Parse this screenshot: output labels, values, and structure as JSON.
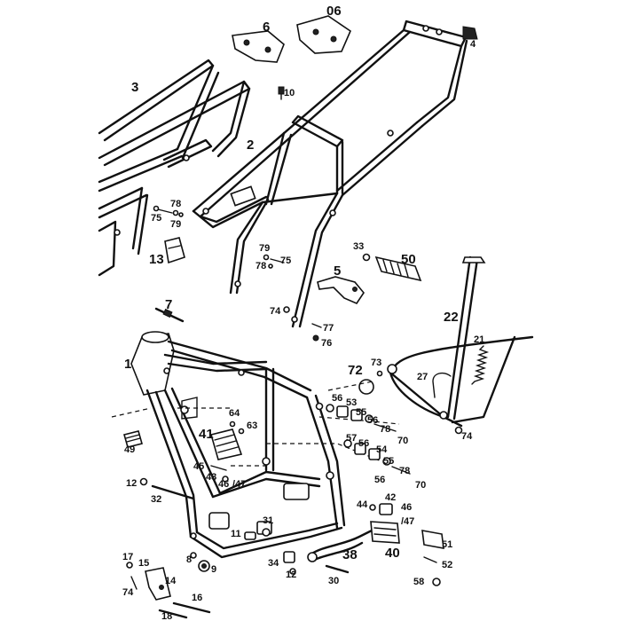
{
  "labels": {
    "l1": "1",
    "l2": "2",
    "l3": "3",
    "l4": "4",
    "l5": "5",
    "l6": "6",
    "l06": "06",
    "l7": "7",
    "l8": "8",
    "l9": "9",
    "l10": "10",
    "l11": "11",
    "l12a": "12",
    "l12b": "12",
    "l13": "13",
    "l14": "14",
    "l15": "15",
    "l16": "16",
    "l17": "17",
    "l18": "18",
    "l21": "21",
    "l22": "22",
    "l27": "27",
    "l30": "30",
    "l31": "31",
    "l32": "32",
    "l33": "33",
    "l34": "34",
    "l38": "38",
    "l40": "40",
    "l41": "41",
    "l42": "42",
    "l43": "43",
    "l44": "44",
    "l45": "45",
    "l46a": "46",
    "l46b": "46",
    "l47a": "/47",
    "l47b": "/47",
    "l49": "49",
    "l50": "50",
    "l51": "51",
    "l52": "52",
    "l53": "53",
    "l54": "54",
    "l55a": "55",
    "l55b": "55",
    "l56a": "56",
    "l56b": "56",
    "l56c": "56",
    "l56d": "56",
    "l57": "57",
    "l58": "58",
    "l63": "63",
    "l64": "64",
    "l70a": "70",
    "l70b": "70",
    "l72": "72",
    "l73": "73",
    "l74a": "74",
    "l74b": "74",
    "l74c": "74",
    "l75a": "75",
    "l75b": "75",
    "l76": "76",
    "l77": "77",
    "l78a": "78",
    "l78b": "78",
    "l78c": "78",
    "l78d": "78",
    "l79a": "79",
    "l79b": "79"
  }
}
